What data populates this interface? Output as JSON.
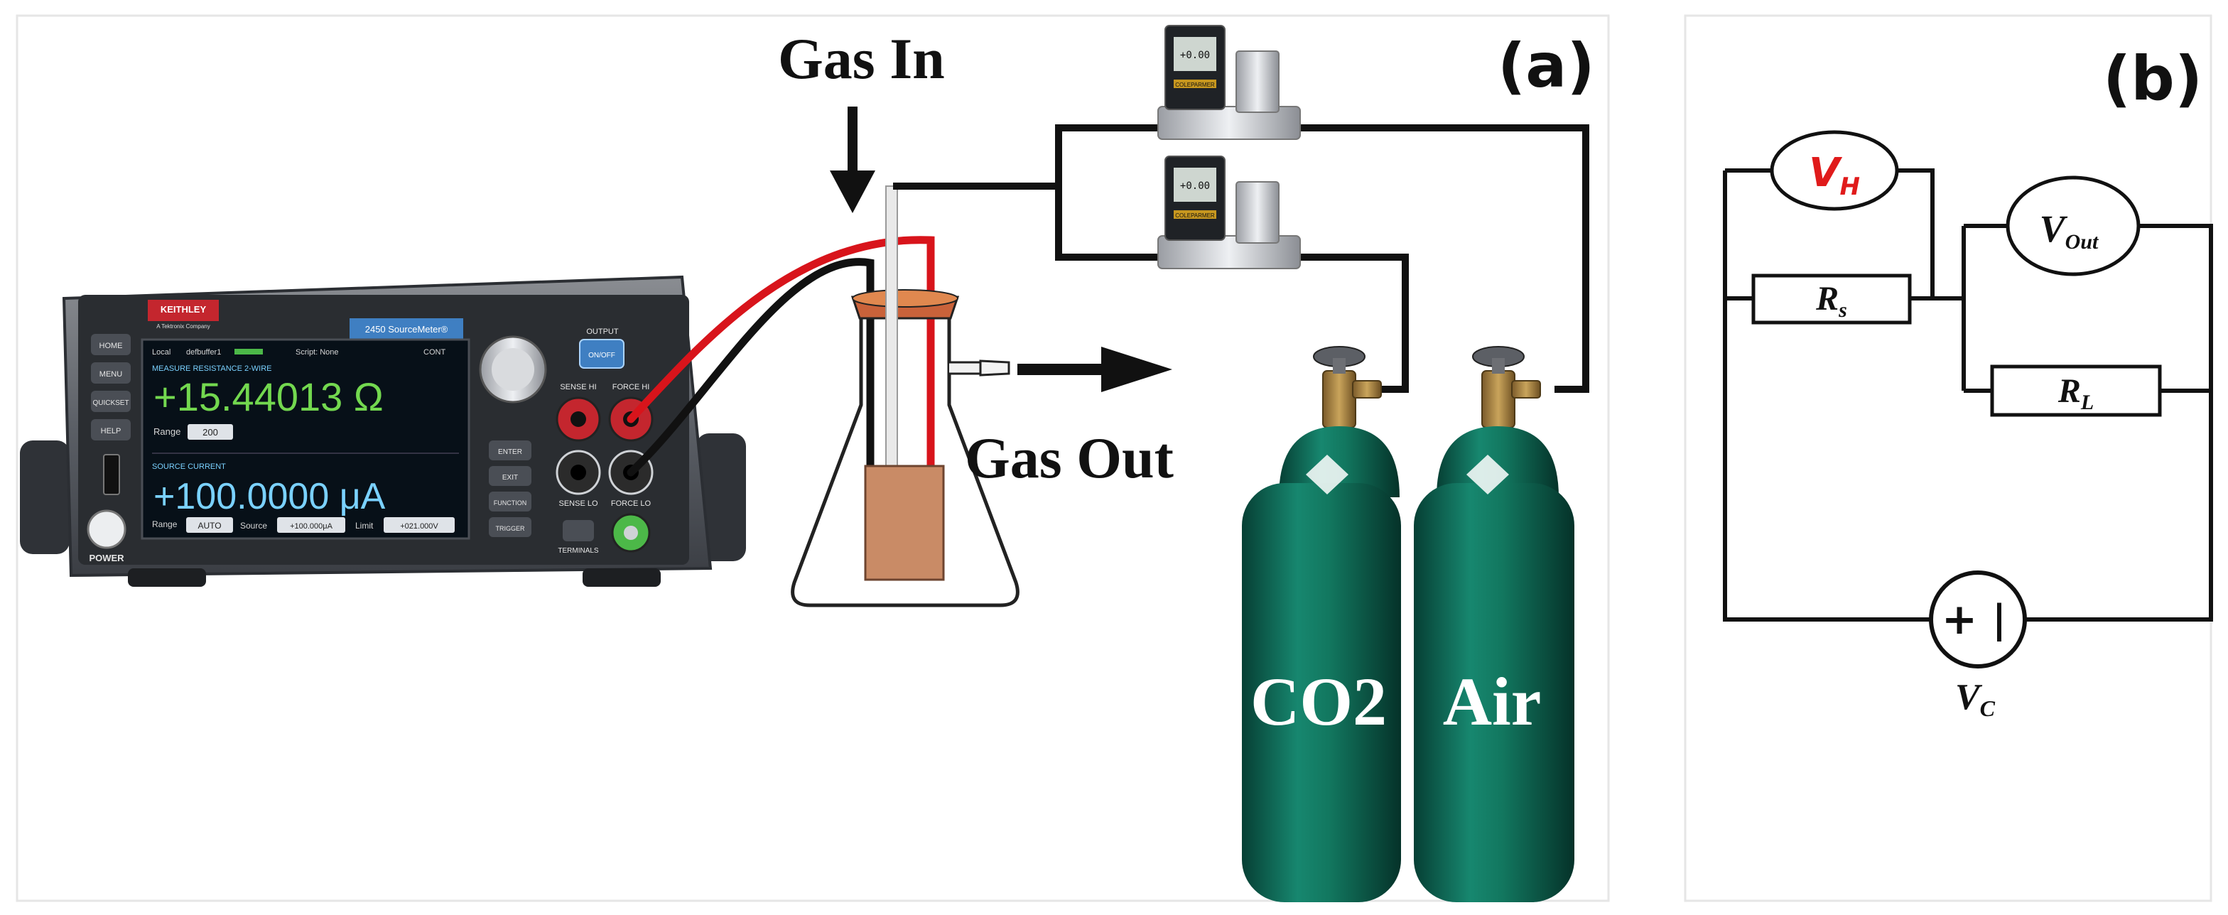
{
  "panel_labels": {
    "a": "(a)",
    "b": "(b)"
  },
  "labels": {
    "gas_in": "Gas In",
    "gas_out": "Gas Out",
    "co2": "CO2",
    "air": "Air"
  },
  "instrument": {
    "brand": "KEITHLEY",
    "brand_sub": "A Tektronix Company",
    "model": "2450 SourceMeter®",
    "status_local": "Local",
    "status_buffer": "defbuffer1",
    "status_script": "Script: None",
    "status_cont": "CONT",
    "measure_title": "MEASURE RESISTANCE 2-WIRE",
    "measure_value": "+15.44013 Ω",
    "range_label": "Range",
    "range_value": "200",
    "source_title": "SOURCE CURRENT",
    "source_value": "+100.0000 μA",
    "auto_label": "Range",
    "auto_value": "AUTO",
    "source_label": "Source",
    "source_setting": "+100.000μA",
    "limit_label": "Limit",
    "limit_value": "+021.000V",
    "power_label": "POWER",
    "left_buttons": [
      "HOME",
      "MENU",
      "QUICKSET",
      "HELP"
    ],
    "right_buttons": [
      "ENTER",
      "EXIT",
      "FUNCTION",
      "TRIGGER"
    ],
    "sense_hi": "SENSE HI",
    "force_hi": "FORCE HI",
    "sense_lo": "SENSE LO",
    "force_lo": "FORCE LO",
    "terminals": "TERMINALS",
    "output": "OUTPUT",
    "output_state": "ON/OFF"
  },
  "mfc": {
    "brand": "COLEPARMER",
    "display": "+0.00"
  },
  "circuit": {
    "vh": {
      "base": "V",
      "sub": "H"
    },
    "vout": {
      "base": "V",
      "sub": "Out"
    },
    "rs": {
      "base": "R",
      "sub": "s"
    },
    "rl": {
      "base": "R",
      "sub": "L"
    },
    "vc": {
      "base": "V",
      "sub": "C"
    },
    "source_plus": "+",
    "source_minus": "|"
  },
  "colors": {
    "wire_red": "#d8141b",
    "wire_black": "#111111",
    "cylinder": "#0e6f5c",
    "cylinder_dark": "#08483c",
    "vh_text": "#e01b1b",
    "lcd_green": "#73d84f",
    "lcd_blue": "#7ad1ff",
    "sample": "#c98b66"
  }
}
